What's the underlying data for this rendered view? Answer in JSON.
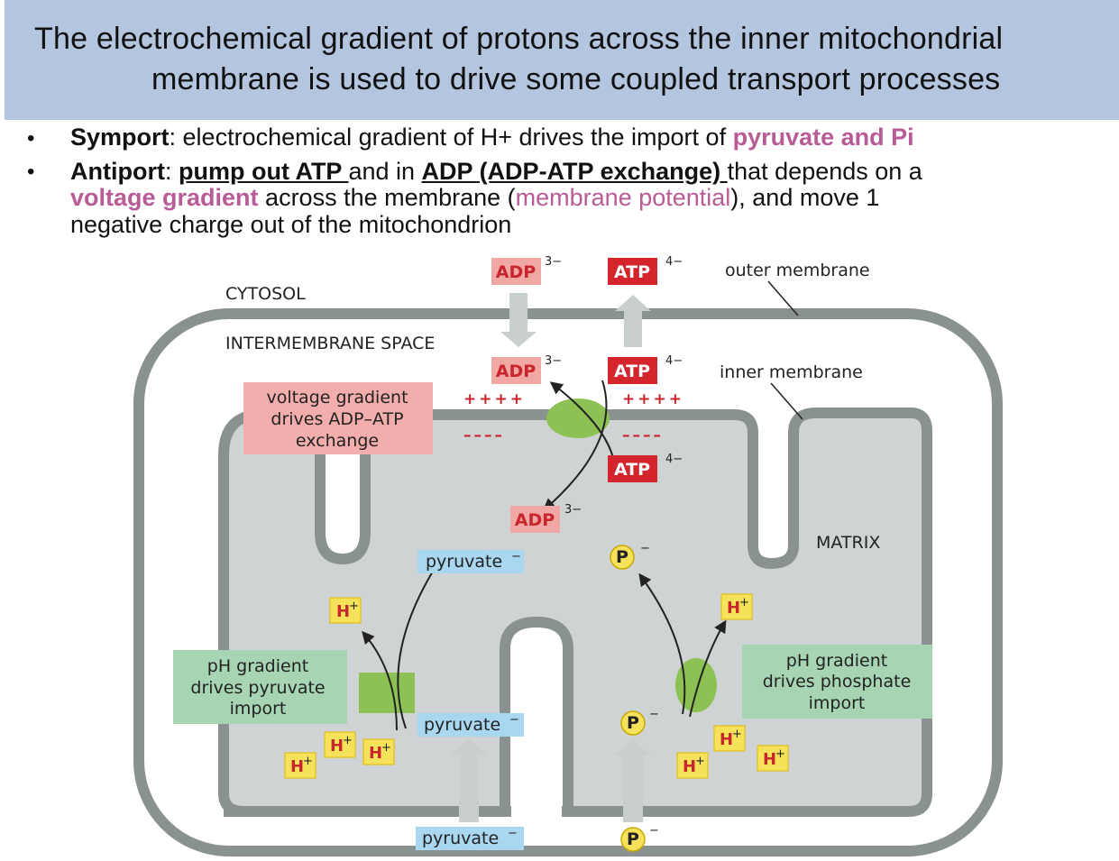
{
  "header": {
    "title_line1": "The electrochemical gradient of protons across the inner mitochondrial",
    "title_line2": "membrane is used to drive some coupled transport processes"
  },
  "bullets": {
    "symport": {
      "marker": "•",
      "term": "Symport",
      "text": ": electrochemical gradient of H+ drives the import of ",
      "highlight": "pyruvate and Pi"
    },
    "antiport": {
      "marker": "•",
      "term": "Antiport",
      "colon": ": ",
      "pump_out": "pump out ATP ",
      "and_in": "and in ",
      "exchange": "ADP (ADP-ATP exchange) ",
      "depends": "that depends on a",
      "voltage": "voltage gradient",
      "across": " across the membrane (",
      "potential": "membrane potential",
      "move": "), and move 1",
      "line3": "negative charge out of the mitochondrion"
    }
  },
  "diagram": {
    "region_labels": {
      "cytosol": "CYTOSOL",
      "intermembrane": "INTERMEMBRANE SPACE",
      "matrix": "MATRIX",
      "outer_membrane": "outer membrane",
      "inner_membrane": "inner membrane"
    },
    "voltage_box": [
      "voltage gradient",
      "drives ADP–ATP",
      "exchange"
    ],
    "pyruvate_box": [
      "pH gradient",
      "drives pyruvate",
      "import"
    ],
    "phosphate_box": [
      "pH gradient",
      "drives phosphate",
      "import"
    ],
    "molecules": {
      "adp": "ADP",
      "atp": "ATP",
      "adp_charge": "3−",
      "atp_charge": "4−",
      "pyruvate": "pyruvate",
      "neg": "−",
      "phosphate": "P",
      "proton": "H",
      "plus": "+"
    },
    "charges": {
      "plus": "++++",
      "minus": "––––"
    },
    "colors": {
      "membrane": "#8a9191",
      "matrix_fill": "#cfd3d3",
      "transporter": "#8dc153",
      "adp_box": "#f1a7a3",
      "atp_box": "#d4252d",
      "pyruvate_box": "#a9d7f0",
      "proton_box": "#f5e25a",
      "phosphate_circle": "#f5e25a",
      "voltage_box": "#f1aeac",
      "ph_box": "#a7d5b4",
      "arrow_gray": "#c9cfcd"
    }
  }
}
